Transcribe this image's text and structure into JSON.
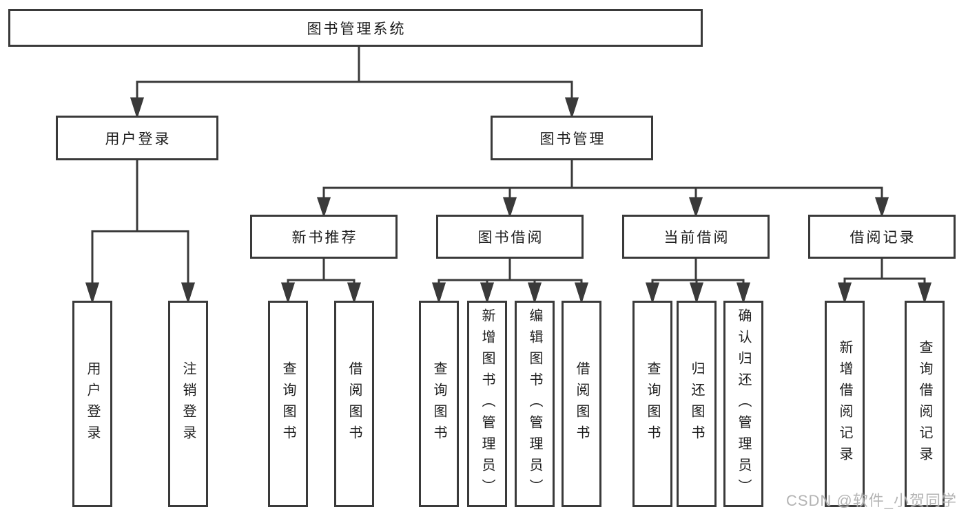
{
  "diagram_title": "图书管理系统",
  "tree": {
    "label": "图书管理系统",
    "children": [
      {
        "label": "用户登录",
        "children": [
          {
            "label": "用户登录"
          },
          {
            "label": "注销登录"
          }
        ]
      },
      {
        "label": "图书管理",
        "children": [
          {
            "label": "新书推荐",
            "children": [
              {
                "label": "查询图书"
              },
              {
                "label": "借阅图书"
              }
            ]
          },
          {
            "label": "图书借阅",
            "children": [
              {
                "label": "查询图书"
              },
              {
                "label": "新增图书（管理员）"
              },
              {
                "label": "编辑图书（管理员）"
              },
              {
                "label": "借阅图书"
              }
            ]
          },
          {
            "label": "当前借阅",
            "children": [
              {
                "label": "查询图书"
              },
              {
                "label": "归还图书"
              },
              {
                "label": "确认归还（管理员）"
              }
            ]
          },
          {
            "label": "借阅记录",
            "children": [
              {
                "label": "新增借阅记录"
              },
              {
                "label": "查询借阅记录"
              }
            ]
          }
        ]
      }
    ]
  },
  "watermark": {
    "text": "CSDN @软件_小贺同学"
  },
  "colors": {
    "box_border": "#3a3a3a",
    "connector": "#3a3a3a",
    "text": "#1d1d1d",
    "background": "#ffffff",
    "watermark": "#acacac"
  }
}
